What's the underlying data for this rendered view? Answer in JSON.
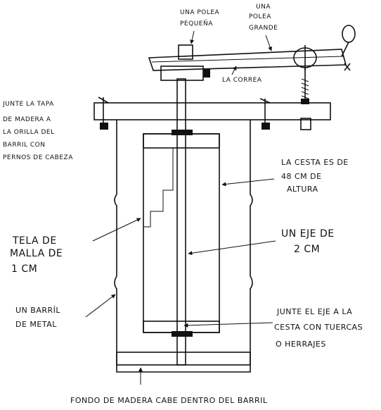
{
  "labels": {
    "small_pulley": [
      "UNA POLEA",
      "PEQUEÑA"
    ],
    "large_pulley": [
      "UNA",
      "POLEA",
      "GRANDE"
    ],
    "belt": "LA CORREA",
    "lid_note": [
      "JUNTE LA TAPA",
      "DE MADERA A",
      "LA ORILLA DEL",
      "BARRIL CON",
      "PERNOS DE CABEZA"
    ],
    "basket_note": [
      "LA CESTA ES DE",
      "48 CM DE",
      "ALTURA"
    ],
    "mesh_note": [
      "TELA DE",
      "MALLA DE",
      "1 CM"
    ],
    "axle_note": [
      "UN EJE DE",
      "2 CM"
    ],
    "barrel_note": [
      "UN BARRÍL",
      "DE METAL"
    ],
    "joint_note": [
      "JUNTE EL EJE A LA",
      "CESTA CON TUERCAS",
      "O HERRAJES"
    ],
    "bottom_caption": "FONDO DE MADERA CABE DENTRO DEL BARRIL"
  }
}
